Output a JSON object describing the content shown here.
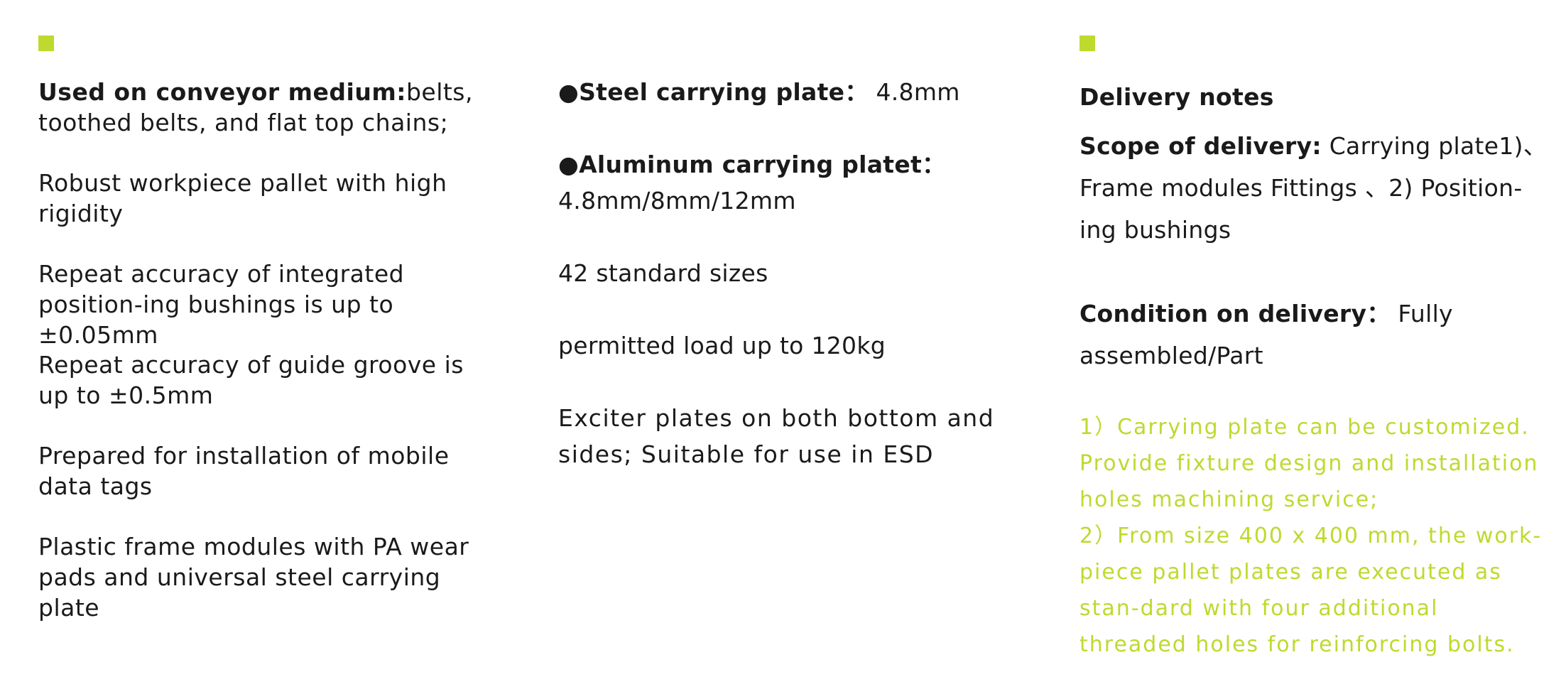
{
  "colors": {
    "accent": "#bfd92e",
    "text": "#1a1a1a"
  },
  "col1": {
    "items": [
      {
        "bold": "Used on conveyor medium:",
        "text": "belts, toothed belts, and flat top chains;"
      },
      {
        "text": "Robust workpiece pallet with high rigidity"
      },
      {
        "text": "Repeat accuracy of integrated position-ing bushings is up to ±0.05mm"
      },
      {
        "text": "Repeat accuracy of guide groove is up to ±0.5mm"
      },
      {
        "text": "Prepared for installation of mobile data tags"
      },
      {
        "text": "Plastic frame modules with PA wear pads and universal steel carrying plate"
      }
    ]
  },
  "col2": {
    "items": [
      {
        "bold": "●Steel carrying plate：",
        "text": " 4.8mm"
      },
      {
        "bold": "●Aluminum carrying platet：",
        "text": "4.8mm/8mm/12mm"
      },
      {
        "text": "42 standard sizes"
      },
      {
        "text": "permitted load up to 120kg"
      },
      {
        "text": "Exciter plates on both bottom and sides; Suitable for use in ESD"
      }
    ]
  },
  "col3": {
    "heading": "Delivery notes",
    "scope_label": "Scope of delivery:",
    "scope_text": " Carrying plate1)、Frame modules Fittings 、2) Position-ing bushings",
    "condition_label": "Condition on delivery：",
    "condition_text": " Fully assembled/Part",
    "notes": [
      "1）Carrying plate can be customized. Provide fixture design and installation holes machining service;",
      "2）From size 400 x 400 mm, the work-piece pallet plates are executed as stan-dard with four additional threaded holes for reinforcing bolts."
    ]
  }
}
